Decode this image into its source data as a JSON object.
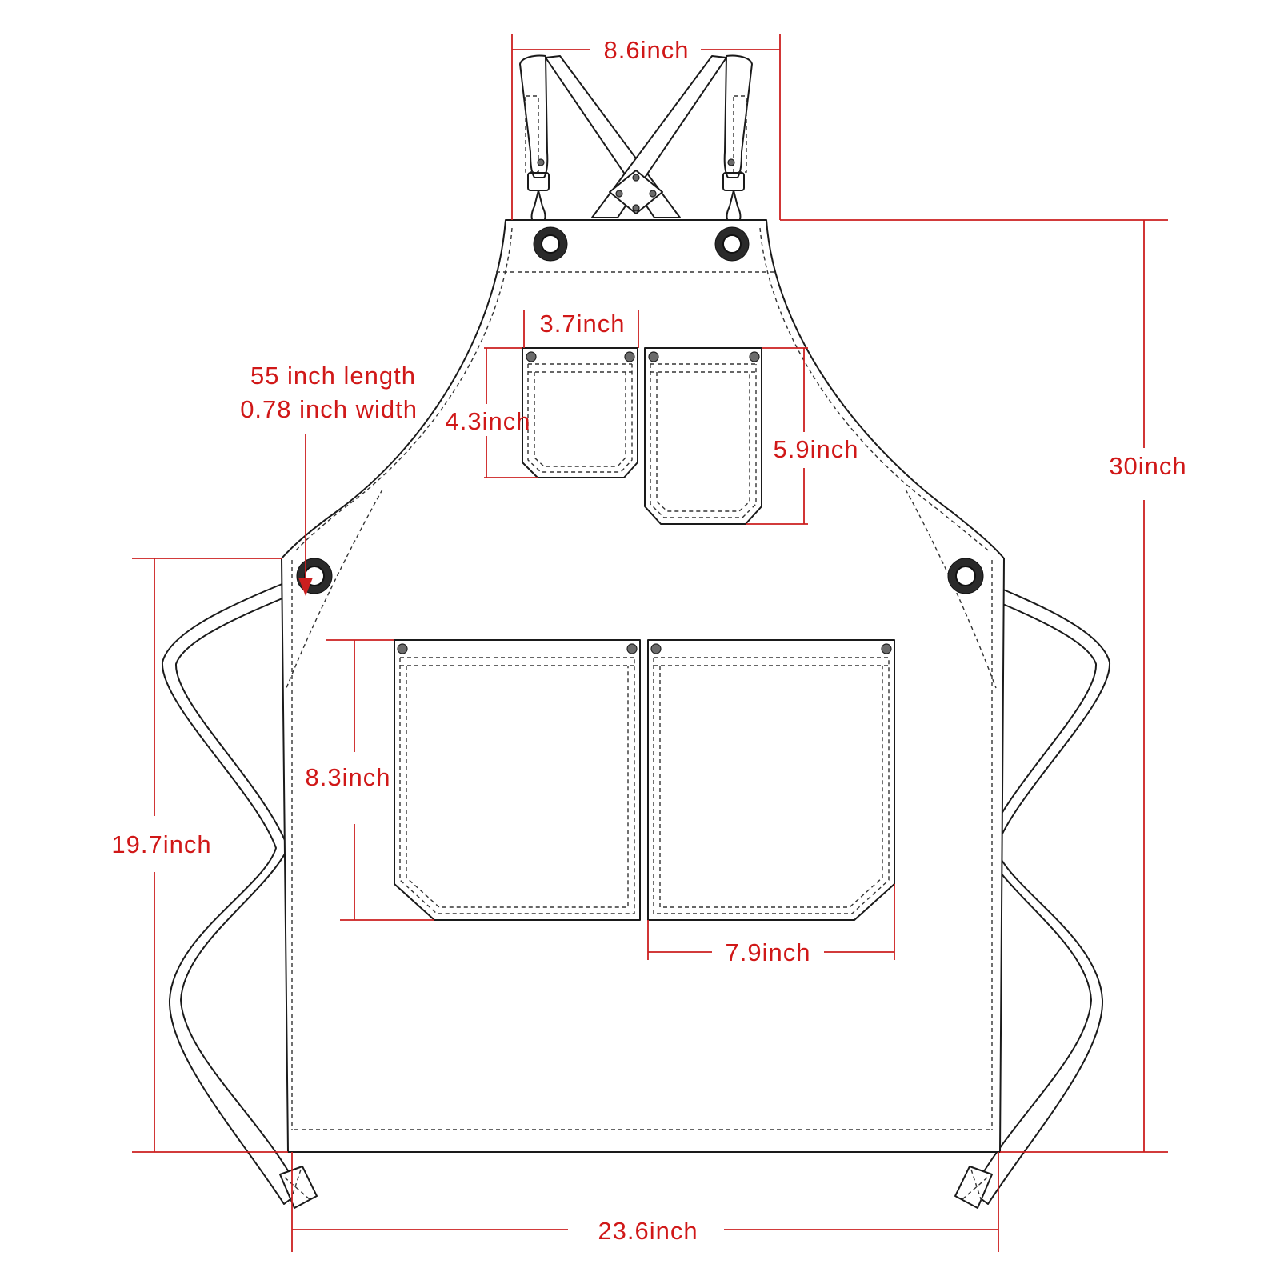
{
  "diagram": {
    "labels": {
      "neck_width": "8.6inch",
      "small_pocket_width": "3.7inch",
      "tie_length": "55 inch length",
      "tie_width": "0.78 inch width",
      "small_pocket_height": "4.3inch",
      "tall_pocket_height": "5.9inch",
      "total_height": "30inch",
      "large_pocket_height": "8.3inch",
      "side_height": "19.7inch",
      "large_pocket_width": "7.9inch",
      "bottom_width": "23.6inch"
    },
    "colors": {
      "dimension": "#d01818",
      "outline": "#1a1a1a",
      "rivet": "#6b6b6b"
    }
  }
}
